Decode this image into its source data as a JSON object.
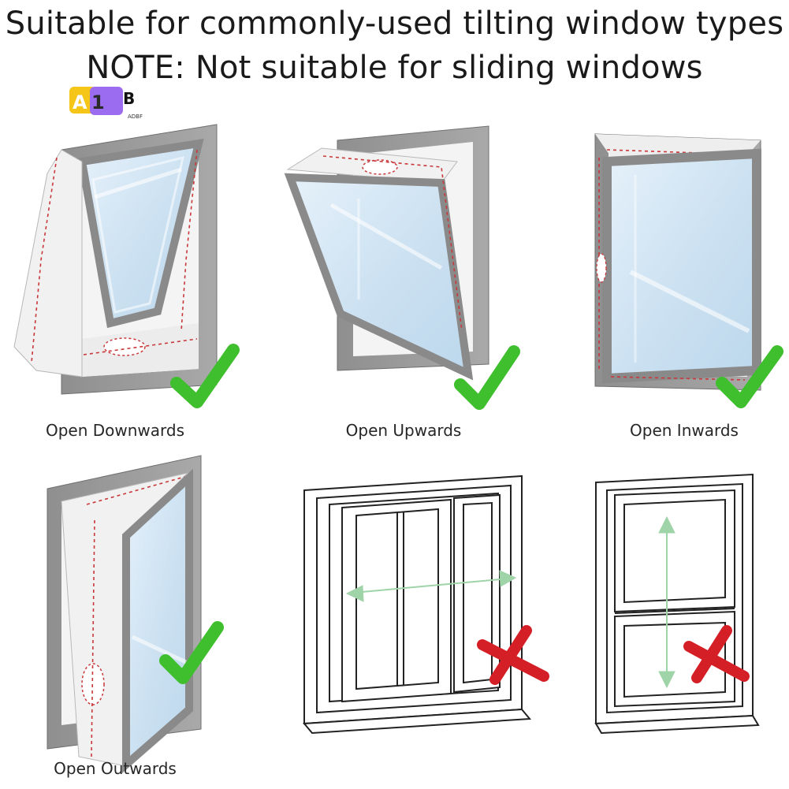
{
  "headline": {
    "line1": "Suitable for commonly-used tilting window types",
    "line2": "NOTE: Not suitable for sliding windows"
  },
  "logo": {
    "letters": "A1B",
    "sub": "ADBF",
    "colors": {
      "yellow": "#f5c518",
      "purple": "#9b6cf0"
    }
  },
  "captions": {
    "open_downwards": "Open Downwards",
    "open_upwards": "Open Upwards",
    "open_inwards": "Open Inwards",
    "open_outwards": "Open Outwards"
  },
  "colors": {
    "frame": "#9d9d9d",
    "frame_dark": "#7c7c7c",
    "glass": "#cfe3f2",
    "glass_light": "#eaf4fb",
    "fabric": "#f3f3f3",
    "stitch": "#c9373a",
    "check_green": "#3fbf2e",
    "cross_red": "#d41f26",
    "arrow_green": "#9fd3a8"
  },
  "icons": {
    "suitable": "checkmark-icon",
    "unsuitable": "cross-icon",
    "slide_direction": "double-arrow-icon"
  }
}
